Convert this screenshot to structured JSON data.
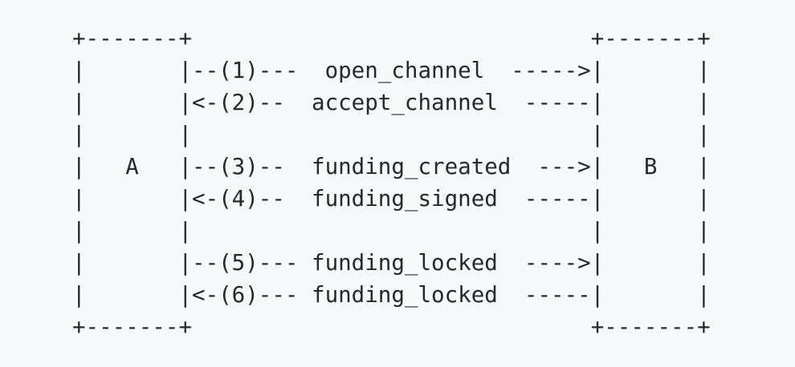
{
  "diagram": {
    "lines": [
      "+-------+                              +-------+",
      "|       |--(1)---  open_channel  ----->|       |",
      "|       |<-(2)--  accept_channel  -----|       |",
      "|       |                              |       |",
      "|   A   |--(3)--  funding_created  --->|   B   |",
      "|       |<-(4)--  funding_signed  -----|       |",
      "|       |                              |       |",
      "|       |--(5)--- funding_locked  ---->|       |",
      "|       |<-(6)--- funding_locked  -----|       |",
      "+-------+                              +-------+"
    ]
  }
}
